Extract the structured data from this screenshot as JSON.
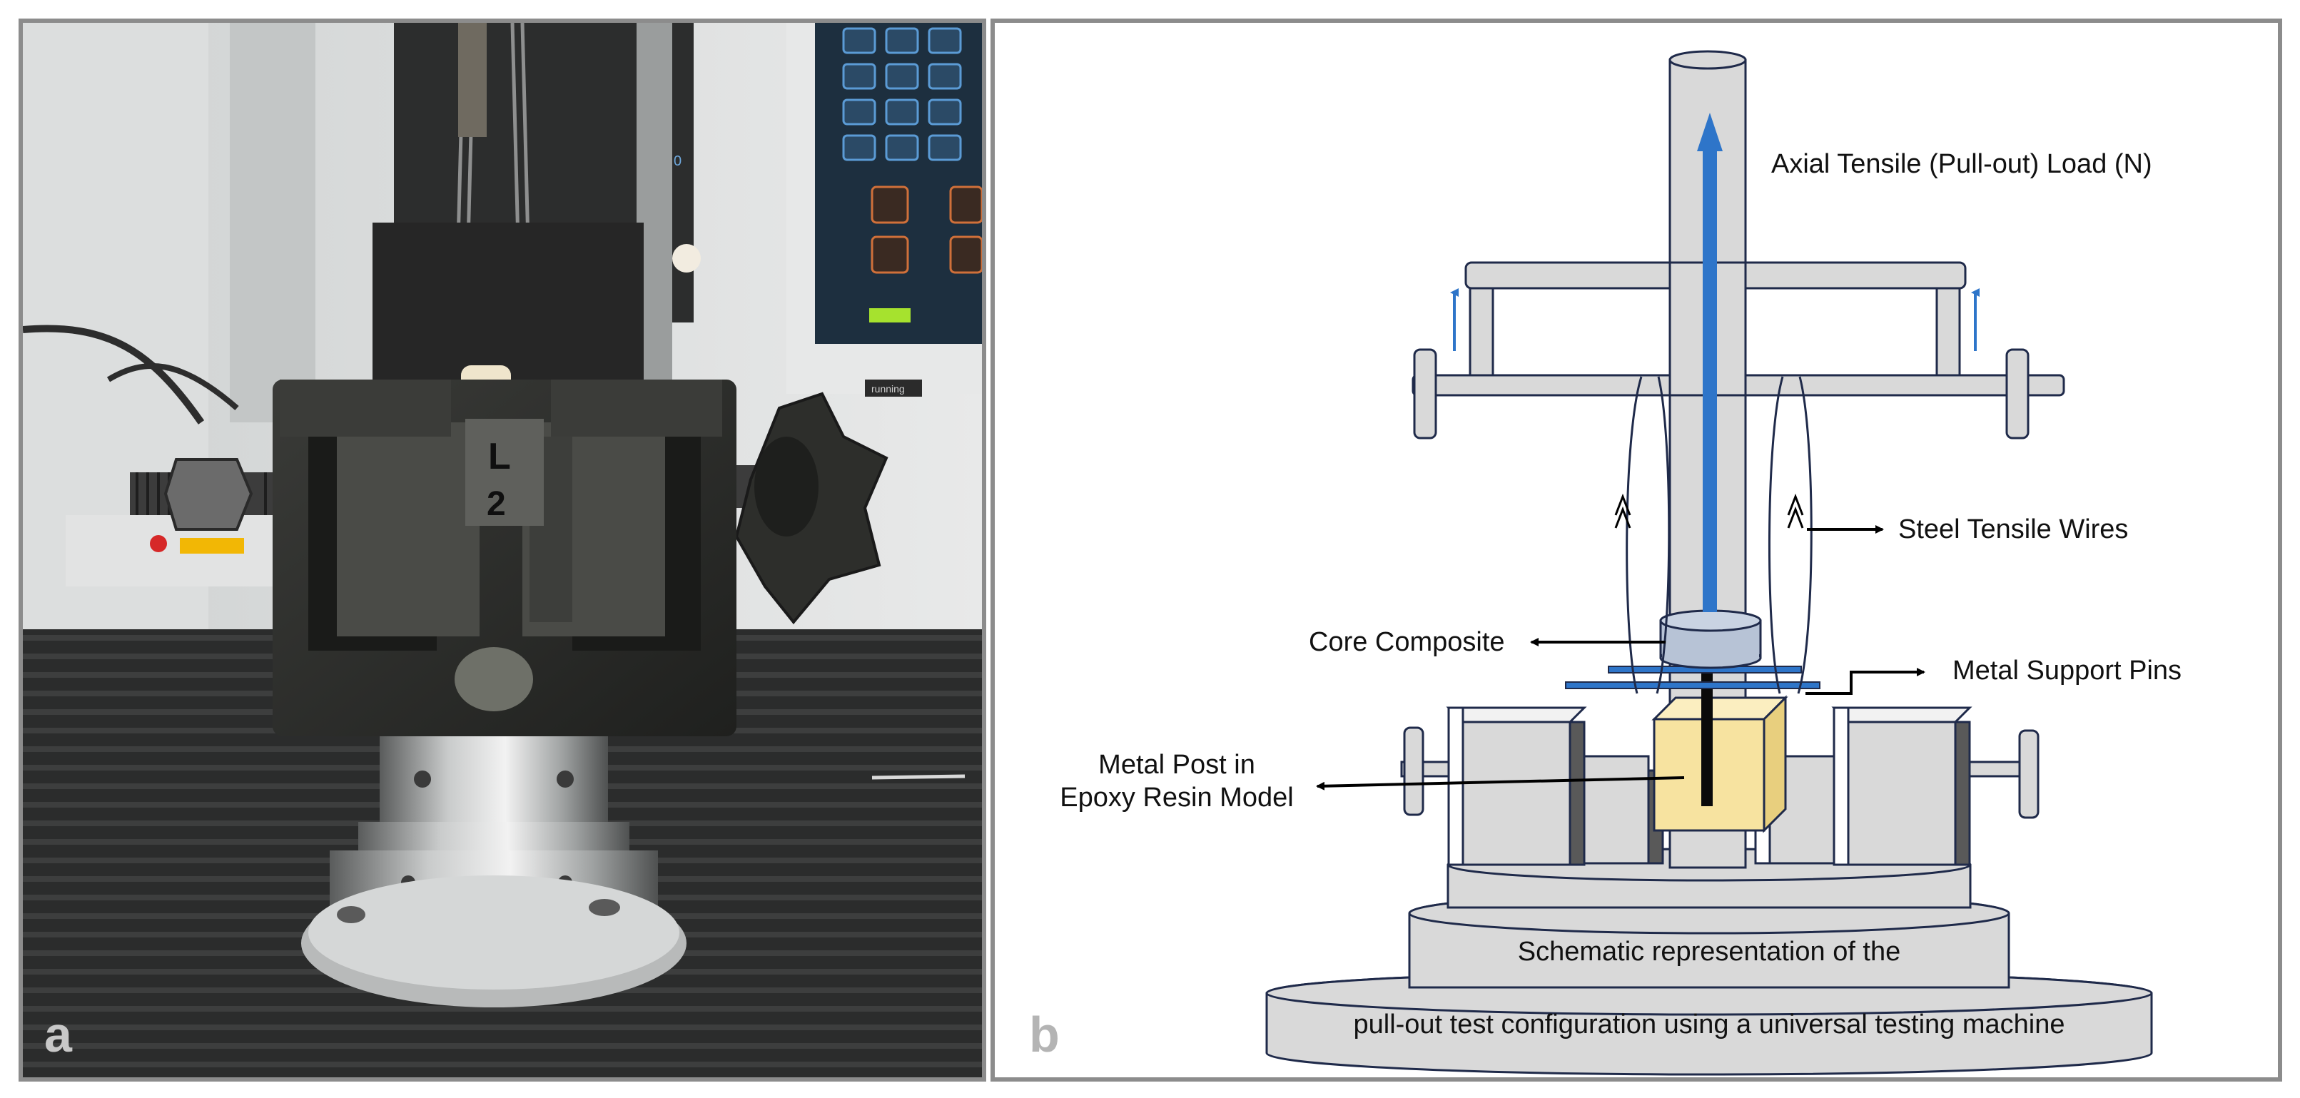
{
  "panels": {
    "a": {
      "letter": "a",
      "photo": {
        "device_display_texts": [
          "0",
          "running"
        ],
        "specimen_label_top": "L",
        "specimen_label_bottom": "2"
      }
    },
    "b": {
      "letter": "b",
      "labels": {
        "axial_load": "Axial Tensile (Pull-out) Load (N)",
        "steel_wires": "Steel Tensile Wires",
        "core_composite": "Core Composite",
        "metal_support_pins": "Metal Support Pins",
        "metal_post_line1": "Metal Post in",
        "metal_post_line2": "Epoxy Resin Model",
        "caption_line1": "Schematic representation of the",
        "caption_line2": "pull-out test configuration using a universal testing machine"
      }
    }
  },
  "colors": {
    "panel_border": "#8c8c8c",
    "frame_gray": "#d9d9d9",
    "outline_navy": "#1f2a4a",
    "load_arrow_blue": "#2e75c9",
    "resin_yellow": "#f7e3a0",
    "core_blue_gray": "#b7c3d6",
    "panel_letter_gray": "#b4b4b4"
  }
}
